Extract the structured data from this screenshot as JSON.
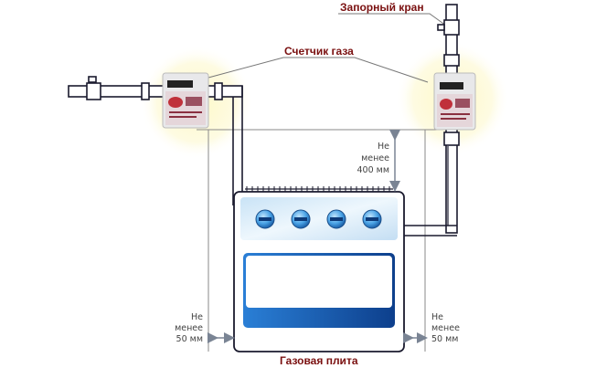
{
  "labels": {
    "shutoff_valve": "Запорный кран",
    "gas_meter": "Счетчик газа",
    "gas_stove": "Газовая плита"
  },
  "dimensions": {
    "top": [
      "Не",
      "менее",
      "400 мм"
    ],
    "left": [
      "Не",
      "менее",
      "50 мм"
    ],
    "right": [
      "Не",
      "менее",
      "50 мм"
    ]
  },
  "colors": {
    "label_text": "#7a1010",
    "pipe_stroke": "#1a1a2e",
    "guide_line": "#8a8a8a",
    "arrow": "#7a8494",
    "stove_panel": "#d6ebf8",
    "oven_blue": "#1565c0",
    "meter_glow": "#fdfbe0"
  },
  "burner_count": 4
}
